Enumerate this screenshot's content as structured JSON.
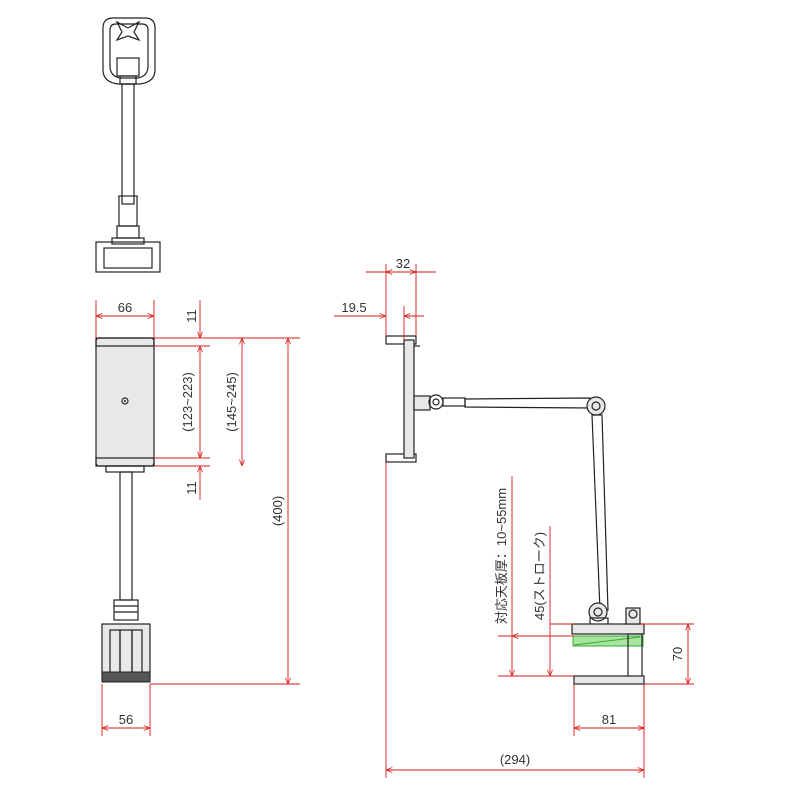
{
  "dimensions": {
    "top_width": "66",
    "top_margin_top": "11",
    "inner_range": "(123~223)",
    "outer_range": "(145~245)",
    "bottom_margin": "11",
    "overall_height": "(400)",
    "clamp_width": "56",
    "side_top_width": "32",
    "side_offset": "19.5",
    "table_thickness": "対応天板厚：10~55mm",
    "stroke": "45(ストローク)",
    "clamp_height": "70",
    "clamp_base_width": "81",
    "overall_reach": "(294)"
  },
  "colors": {
    "dimension_line": "#d61a1a",
    "outline": "#222222",
    "highlight": "#3aa63a"
  }
}
